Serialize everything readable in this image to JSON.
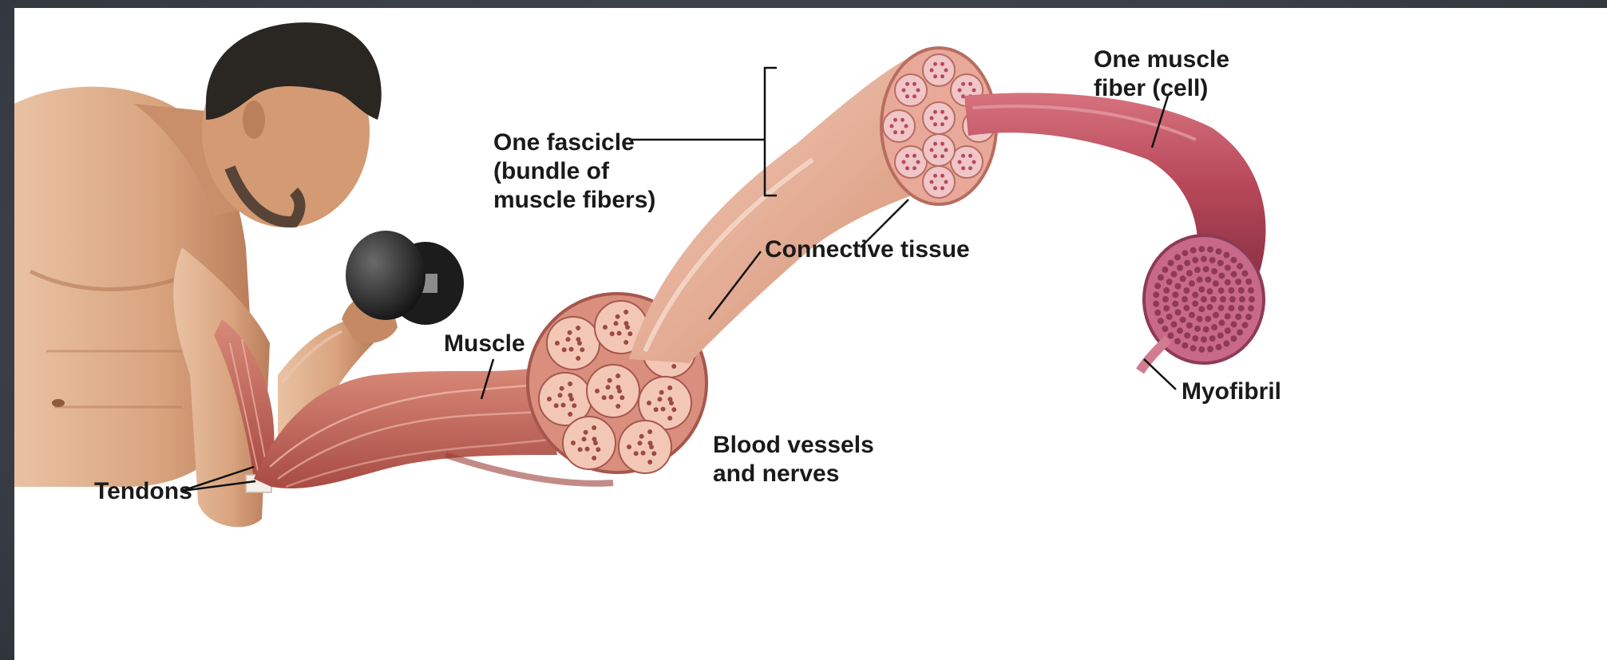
{
  "labels": {
    "one_fascicle": [
      "One fascicle",
      "(bundle of",
      "muscle fibers)"
    ],
    "one_muscle_fiber": [
      "One muscle",
      "fiber (cell)"
    ],
    "connective_tissue": "Connective tissue",
    "muscle": "Muscle",
    "myofibril": "Myofibril",
    "blood_vessels": [
      "Blood vessels",
      "and nerves"
    ],
    "tendons": "Tendons"
  },
  "colors": {
    "background": "#3f444c",
    "panel": "#ffffff",
    "skin": "#d9a47f",
    "muscle": "#c56a5c",
    "fascicle": "#e8b9a3",
    "fiber": "#b8495a",
    "myofibril_dots": "#8e3a55",
    "dumbbell": "#2b2b2b"
  }
}
